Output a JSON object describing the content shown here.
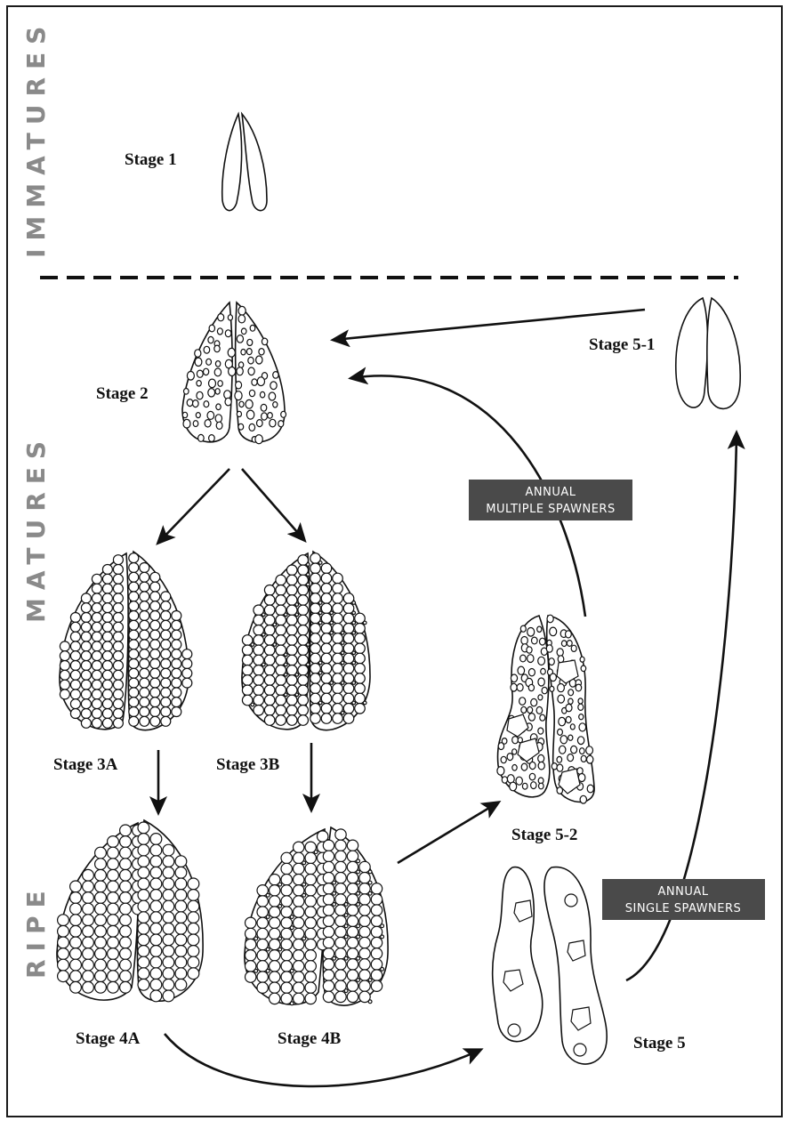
{
  "sections": {
    "immatures": "IMMATURES",
    "matures": "MATURES",
    "ripe": "RIPE"
  },
  "stages": {
    "s1": "Stage 1",
    "s2": "Stage 2",
    "s3a": "Stage 3A",
    "s3b": "Stage 3B",
    "s4a": "Stage 4A",
    "s4b": "Stage 4B",
    "s5": "Stage 5",
    "s5_1": "Stage 5-1",
    "s5_2": "Stage 5-2"
  },
  "boxes": {
    "multiple": {
      "line1": "ANNUAL",
      "line2": "MULTIPLE SPAWNERS"
    },
    "single": {
      "line1": "ANNUAL",
      "line2": "SINGLE SPAWNERS"
    }
  },
  "colors": {
    "box_fill": "#4a4a4a",
    "section_text": "#8a8a8a",
    "ink": "#111111"
  }
}
